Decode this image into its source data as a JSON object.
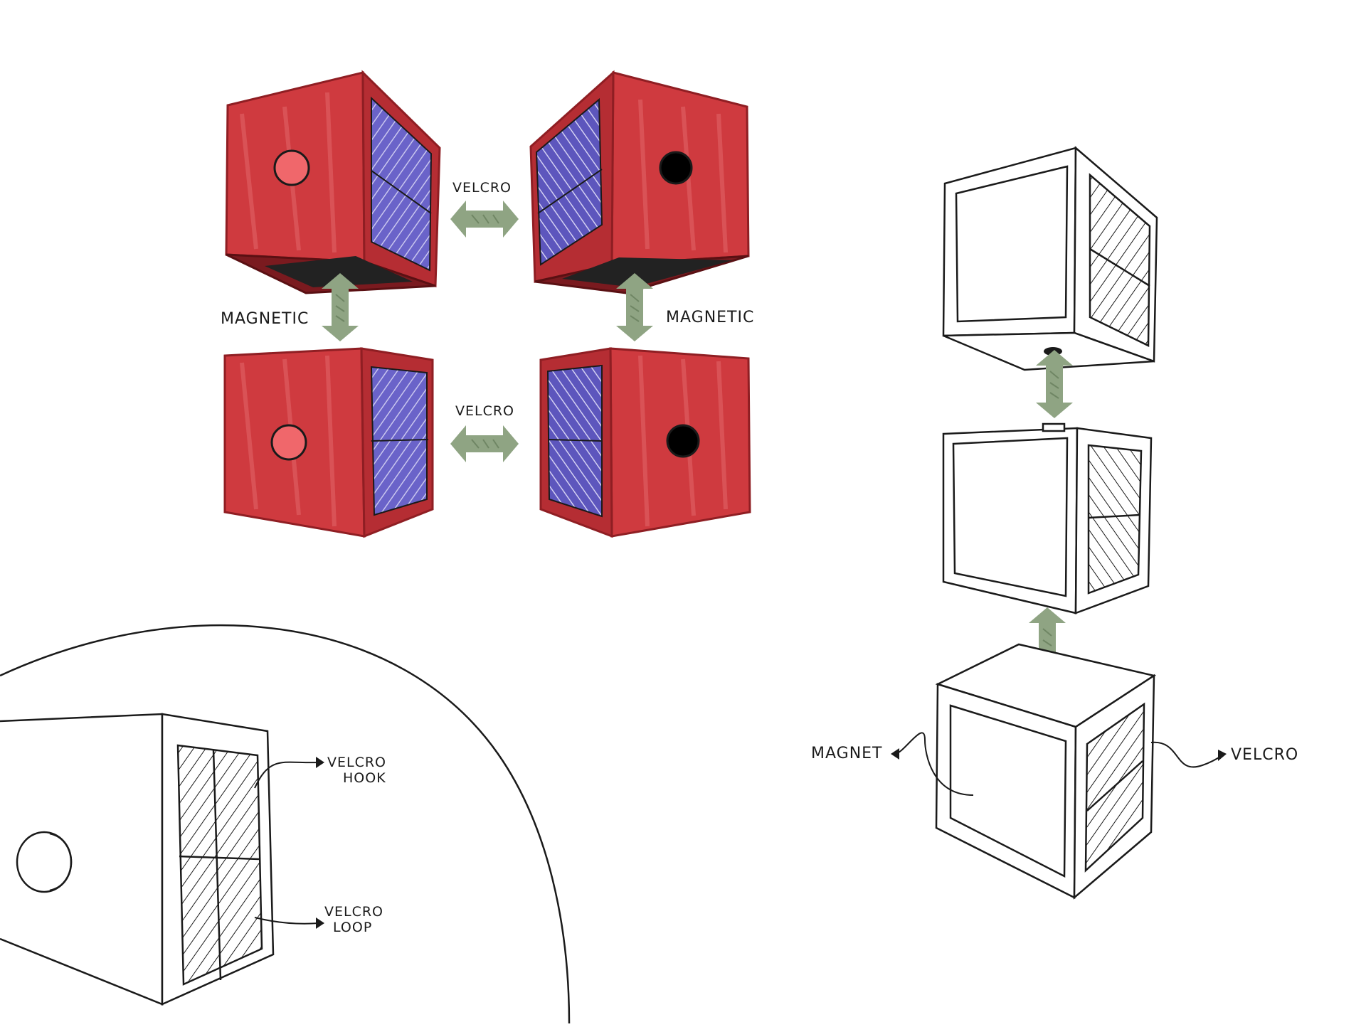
{
  "labels": {
    "velcro_top": "VELCRO",
    "velcro_mid": "VELCRO",
    "magnetic_left": "MAGNETIC",
    "magnetic_right": "MAGNETIC",
    "velcro_hook_line1": "VELCRO",
    "velcro_hook_line2": "HOOK",
    "velcro_loop_line1": "VELCRO",
    "velcro_loop_line2": "LOOP",
    "magnet": "MAGNET",
    "velcro_right": "VELCRO"
  },
  "colors": {
    "cube_red": "#cf3a3f",
    "cube_red_dark": "#a9262c",
    "velcro_blue": "#6a63c9",
    "arrow_green": "#8fa483",
    "magnet_pink": "#f0676b",
    "ink": "#1a1a1a"
  },
  "icons": {
    "arrow": "double-arrow-icon",
    "magnet": "magnet-disc-icon"
  }
}
